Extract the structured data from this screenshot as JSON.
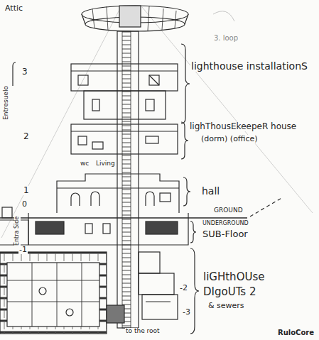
{
  "diagram": {
    "labels": [
      "Attic",
      "3. loop",
      "3",
      "Entresuelo",
      "lighthouse installationS",
      "2",
      "lighThousEkeepeR house",
      "(dorm) (office)",
      "wc",
      "Living",
      "1",
      "hall",
      "0",
      "Entra Side",
      "GROUND",
      "UNDERGROUND",
      "SUB-Floor",
      "-1",
      "liGHthOUse",
      "DIgoUTs 2",
      "& sewers",
      "-2",
      "-3",
      "to the root",
      "RuloCore"
    ]
  }
}
